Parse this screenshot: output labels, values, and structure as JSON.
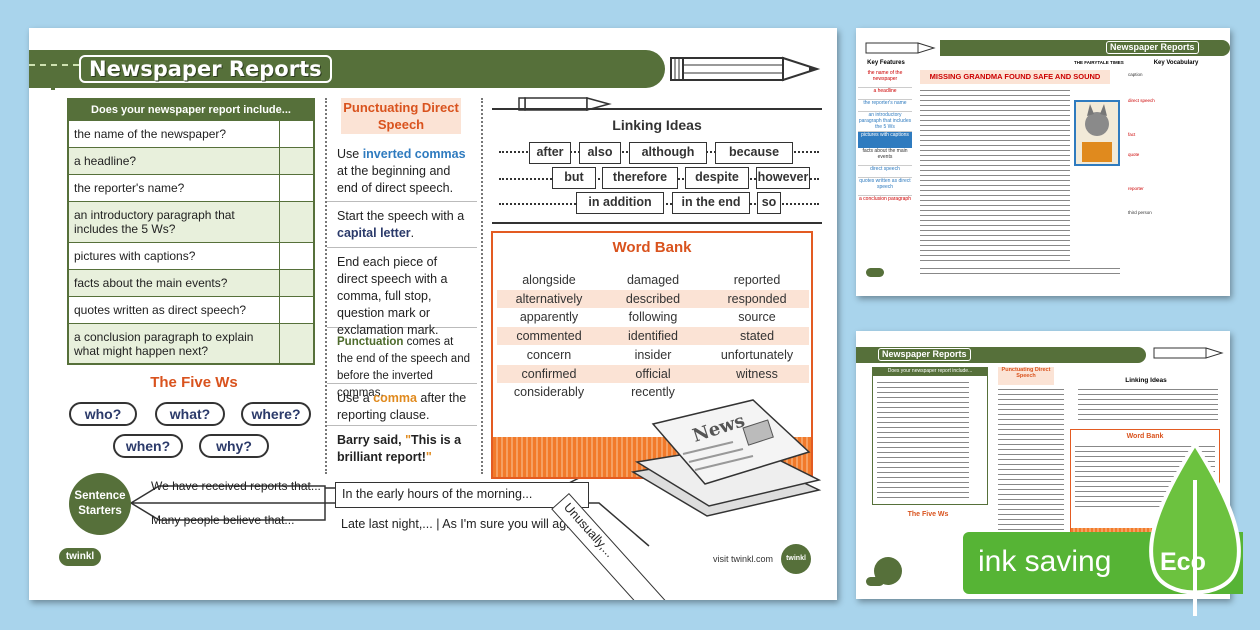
{
  "main": {
    "title": "Newspaper Reports",
    "checklist": {
      "header": "Does your newspaper report include...",
      "items": [
        "the name of the newspaper?",
        "a headline?",
        "the reporter's name?",
        "an introductory paragraph that includes the 5 Ws?",
        "pictures with captions?",
        "facts about the main events?",
        "quotes written as direct speech?",
        "a conclusion paragraph to explain what might happen next?"
      ]
    },
    "five_ws": {
      "title": "The Five Ws",
      "words": [
        "who?",
        "what?",
        "where?",
        "when?",
        "why?"
      ]
    },
    "starters": {
      "label_line1": "Sentence",
      "label_line2": "Starters",
      "s1": "We have received reports that...",
      "s2": "Many people believe that...",
      "s3": "In the early hours of the morning...",
      "s4": "Late last night,...",
      "s5": "As I'm sure you will agree,...",
      "s6": "Unusually,..."
    },
    "punctuating": {
      "title": "Punctuating Direct Speech",
      "p1_a": "Use ",
      "p1_b": "inverted commas",
      "p1_c": " at the beginning and end of direct speech.",
      "p2_a": "Start the speech with a ",
      "p2_b": "capital letter",
      "p2_c": ".",
      "p3": "End each piece of direct speech with a comma, full stop, question mark or exclamation mark.",
      "p4_a": "Punctuation",
      "p4_b": " comes at the end of the speech and before the inverted commas.",
      "p5_a": "Use a ",
      "p5_b": "comma",
      "p5_c": " after the reporting clause.",
      "p6_a": "Barry said, ",
      "p6_b": "\"",
      "p6_c": "This is a brilliant report!",
      "p6_d": "\""
    },
    "linking": {
      "title": "Linking Ideas",
      "words": [
        "after",
        "also",
        "although",
        "because",
        "but",
        "therefore",
        "despite",
        "however",
        "in addition",
        "in the end",
        "so"
      ]
    },
    "word_bank": {
      "title": "Word Bank",
      "rows": [
        [
          "alongside",
          "damaged",
          "reported"
        ],
        [
          "alternatively",
          "described",
          "responded"
        ],
        [
          "apparently",
          "following",
          "source"
        ],
        [
          "commented",
          "identified",
          "stated"
        ],
        [
          "concern",
          "insider",
          "unfortunately"
        ],
        [
          "confirmed",
          "official",
          "witness"
        ],
        [
          "considerably",
          "recently",
          ""
        ]
      ]
    },
    "newspaper_word": "News",
    "footer": {
      "logo": "twinkl",
      "visit": "visit twinkl.com",
      "badge": "twinkl"
    }
  },
  "sheet2": {
    "title": "Newspaper Reports",
    "key_features": "Key Features",
    "features": [
      "the name of the newspaper",
      "a headline",
      "the reporter's name",
      "an introductory paragraph that includes the 5 Ws",
      "pictures with captions",
      "facts about the main events",
      "direct speech",
      "quotes written as direct speech",
      "a conclusion paragraph"
    ],
    "paper_name": "THE FAIRYTALE TIMES",
    "headline": "MISSING GRANDMA FOUND SAFE AND SOUND",
    "key_vocab": "Key Vocabulary",
    "vocab": [
      "caption",
      "direct speech",
      "fact",
      "quote",
      "reporter",
      "third person"
    ]
  },
  "sheet3": {
    "title": "Newspaper Reports",
    "checklist_header": "Does your newspaper report include...",
    "five_ws_title": "The Five Ws",
    "linking_title": "Linking Ideas",
    "word_bank_title": "Word Bank",
    "punct_title": "Punctuating Direct Speech"
  },
  "eco": {
    "label": "ink saving",
    "badge": "Eco"
  }
}
